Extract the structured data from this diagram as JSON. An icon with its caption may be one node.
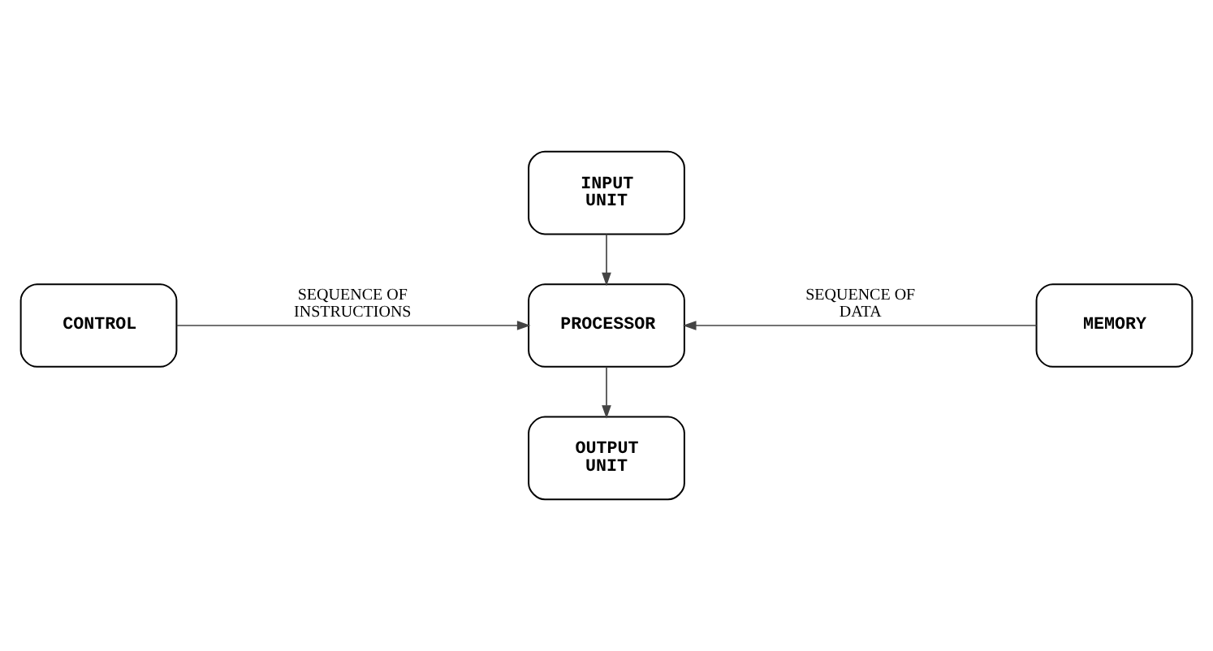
{
  "diagram": {
    "nodes": [
      {
        "text": [
          "INPUT UNIT"
        ]
      },
      {
        "text": [
          "CONTROL"
        ]
      },
      {
        "text": [
          "PROCESSOR"
        ]
      },
      {
        "text": [
          "MEMORY"
        ]
      },
      {
        "text": [
          "OUTPUT UNIT"
        ]
      }
    ],
    "edges": [
      {
        "from": 0,
        "to": 2,
        "arrow": "to"
      },
      {
        "from": 1,
        "to": 2,
        "arrow": "to",
        "label": "SEQUENCE OF INSTRUCTIONS"
      },
      {
        "from": 3,
        "to": 2,
        "arrow": "to",
        "label": "SEQUENCE OF DATA"
      },
      {
        "from": 2,
        "to": 4,
        "arrow": "to"
      }
    ]
  }
}
